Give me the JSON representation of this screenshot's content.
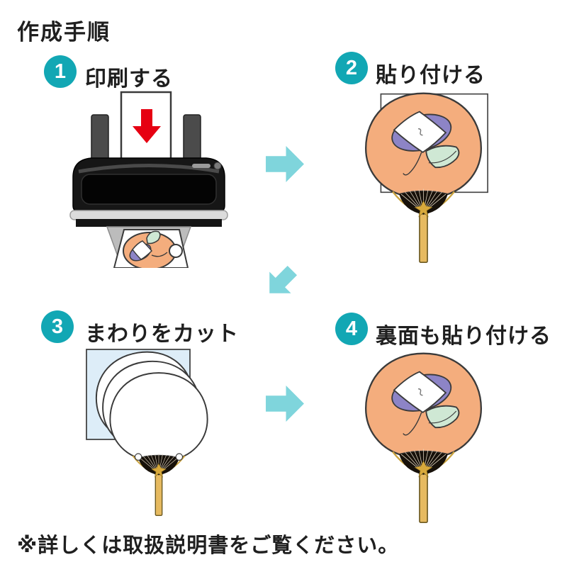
{
  "title": "作成手順",
  "footnote": "※詳しくは取扱説明書をご覧ください。",
  "steps": [
    {
      "number": "1",
      "label": "印刷する",
      "illustration": "printer-feeding-and-printing-fan-sheet"
    },
    {
      "number": "2",
      "label": "貼り付ける",
      "illustration": "printed-sheet-pasted-on-fan-front"
    },
    {
      "number": "3",
      "label": "まわりをカット",
      "illustration": "cutting-sheet-around-fan-shape"
    },
    {
      "number": "4",
      "label": "裏面も貼り付ける",
      "illustration": "finished-fan-back-side-pasted"
    }
  ],
  "icons": {
    "flow_right": "arrow-right-icon",
    "flow_down_left": "arrow-down-left-icon",
    "printer_feed": "arrow-down-icon"
  },
  "colors": {
    "step_badge": "#12a7b4",
    "flow_arrow": "#7fd5dc",
    "print_arrow_red": "#e60012",
    "fan_body": "#f4ad7d",
    "fan_handle": "#e6ba60",
    "flower_purple": "#8d84c6",
    "leaf_green": "#cfe8d4",
    "backing_sheet_blue": "#ddedf8",
    "paper_white": "#ffffff"
  }
}
